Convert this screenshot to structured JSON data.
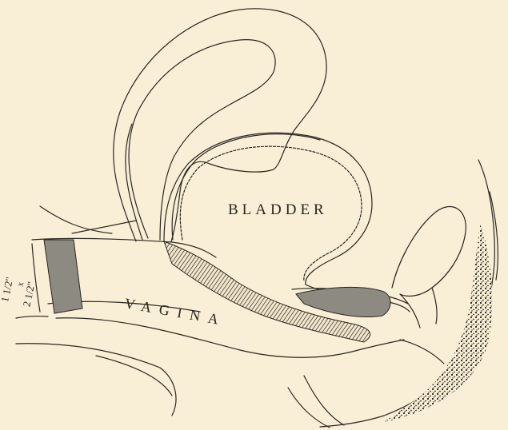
{
  "figure": {
    "labels": {
      "bladder": "BLADDER",
      "vagina": "VAGINA",
      "dim_top": "1 1/2\"",
      "dim_mid": "x",
      "dim_bottom": "2 1/2\""
    },
    "colors": {
      "paper": "#f9efd6",
      "ink": "#2a2621",
      "shading": "#8d8a82"
    }
  }
}
